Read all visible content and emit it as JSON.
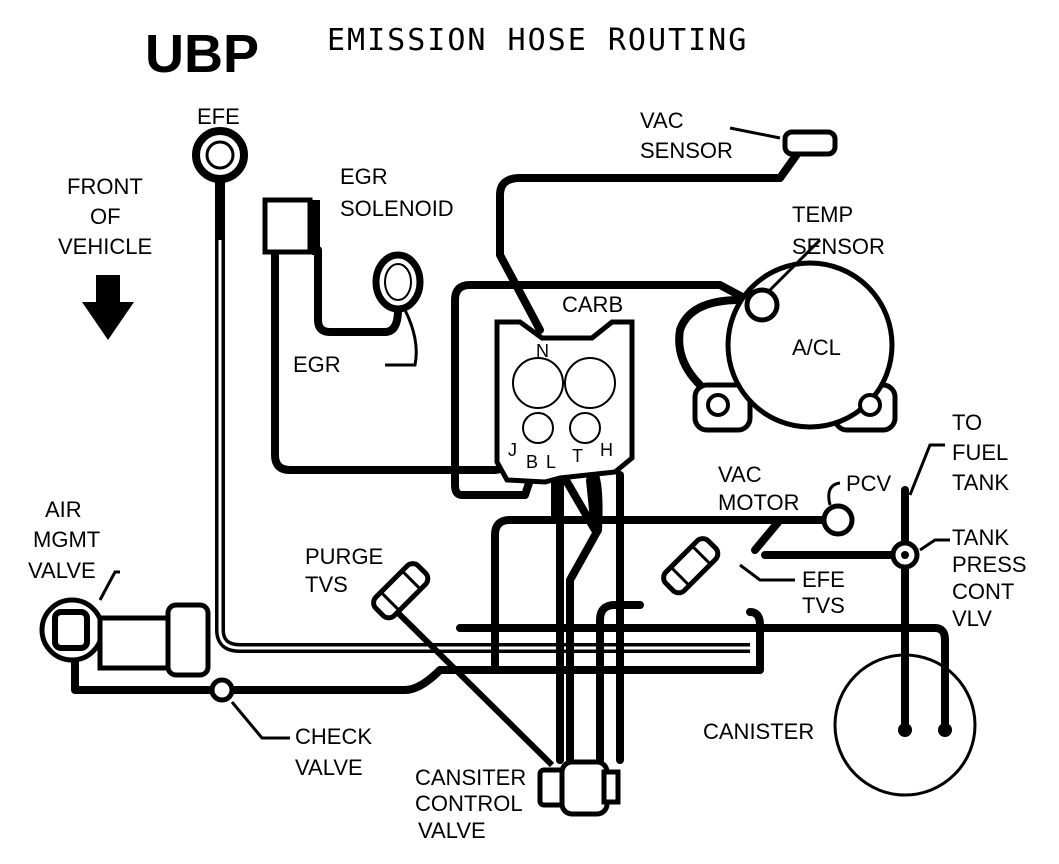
{
  "header": {
    "code": "UBP",
    "title": "EMISSION HOSE ROUTING"
  },
  "labels": {
    "efe": "EFE",
    "front": [
      "FRONT",
      "OF",
      "VEHICLE"
    ],
    "egr_solenoid": [
      "EGR",
      "SOLENOID"
    ],
    "egr": "EGR",
    "vac_sensor": [
      "VAC",
      "SENSOR"
    ],
    "temp_sensor": [
      "TEMP",
      "SENSOR"
    ],
    "carb": "CARB",
    "acl": "A/CL",
    "carb_ports": {
      "n": "N",
      "j": "J",
      "b": "B",
      "l": "L",
      "t": "T",
      "h": "H"
    },
    "to_fuel_tank": [
      "TO",
      "FUEL",
      "TANK"
    ],
    "vac_motor": [
      "VAC",
      "MOTOR"
    ],
    "pcv": "PCV",
    "tank_press": [
      "TANK",
      "PRESS",
      "CONT",
      "VLV"
    ],
    "air_mgmt": [
      "AIR",
      "MGMT",
      "VALVE"
    ],
    "purge_tvs": [
      "PURGE",
      "TVS"
    ],
    "efe_tvs": [
      "EFE",
      "TVS"
    ],
    "check_valve": [
      "CHECK",
      "VALVE"
    ],
    "canister": "CANISTER",
    "canister_control": [
      "CANSITER",
      "CONTROL",
      "VALVE"
    ]
  }
}
